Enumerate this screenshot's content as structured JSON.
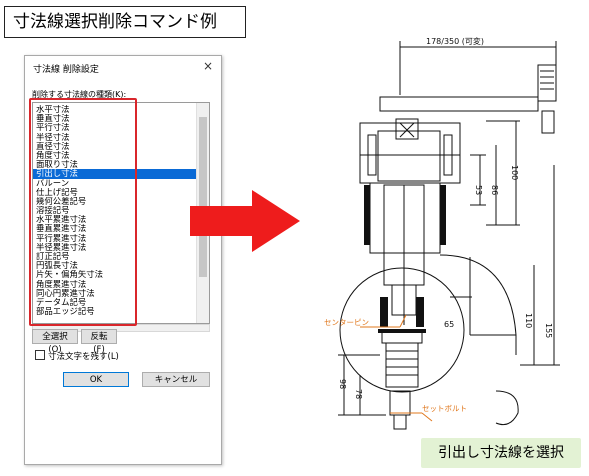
{
  "title": "寸法線選択削除コマンド例",
  "dialog": {
    "title": "寸法線 削除設定",
    "close_glyph": "×",
    "list_label": "削除する寸法線の種類(K):",
    "items": [
      "水平寸法",
      "垂直寸法",
      "平行寸法",
      "半径寸法",
      "直径寸法",
      "角度寸法",
      "面取り寸法",
      "引出し寸法",
      "バルーン",
      "仕上げ記号",
      "幾何公差記号",
      "溶接記号",
      "水平累進寸法",
      "垂直累進寸法",
      "平行累進寸法",
      "半径累進寸法",
      "訂正記号",
      "円弧長寸法",
      "片矢・偏角矢寸法",
      "角度累進寸法",
      "同心円累進寸法",
      "データム記号",
      "部品エッジ記号"
    ],
    "selected_index": 7,
    "select_all_label": "全選択(O)",
    "invert_label": "反転(F)",
    "keep_text_label": "寸法文字を残す(L)",
    "keep_text_checked": false,
    "ok_label": "OK",
    "cancel_label": "キャンセル"
  },
  "drawing": {
    "dimensions": {
      "top": "178/350 (可変)",
      "d53": "53",
      "d86": "86",
      "d100": "100",
      "d65": "65",
      "d110": "110",
      "d155": "155",
      "d98": "98",
      "d78": "78"
    },
    "callouts": {
      "center_pin": "センターピン",
      "set_bolt": "セットボルト"
    }
  },
  "caption": "引出し寸法線を選択",
  "colors": {
    "highlight_red": "#d9262b",
    "arrow_red": "#ee1c1c",
    "selection_blue": "#0a6ad6",
    "caption_bg": "#e3f2d4",
    "callout_orange": "#e0781e"
  }
}
